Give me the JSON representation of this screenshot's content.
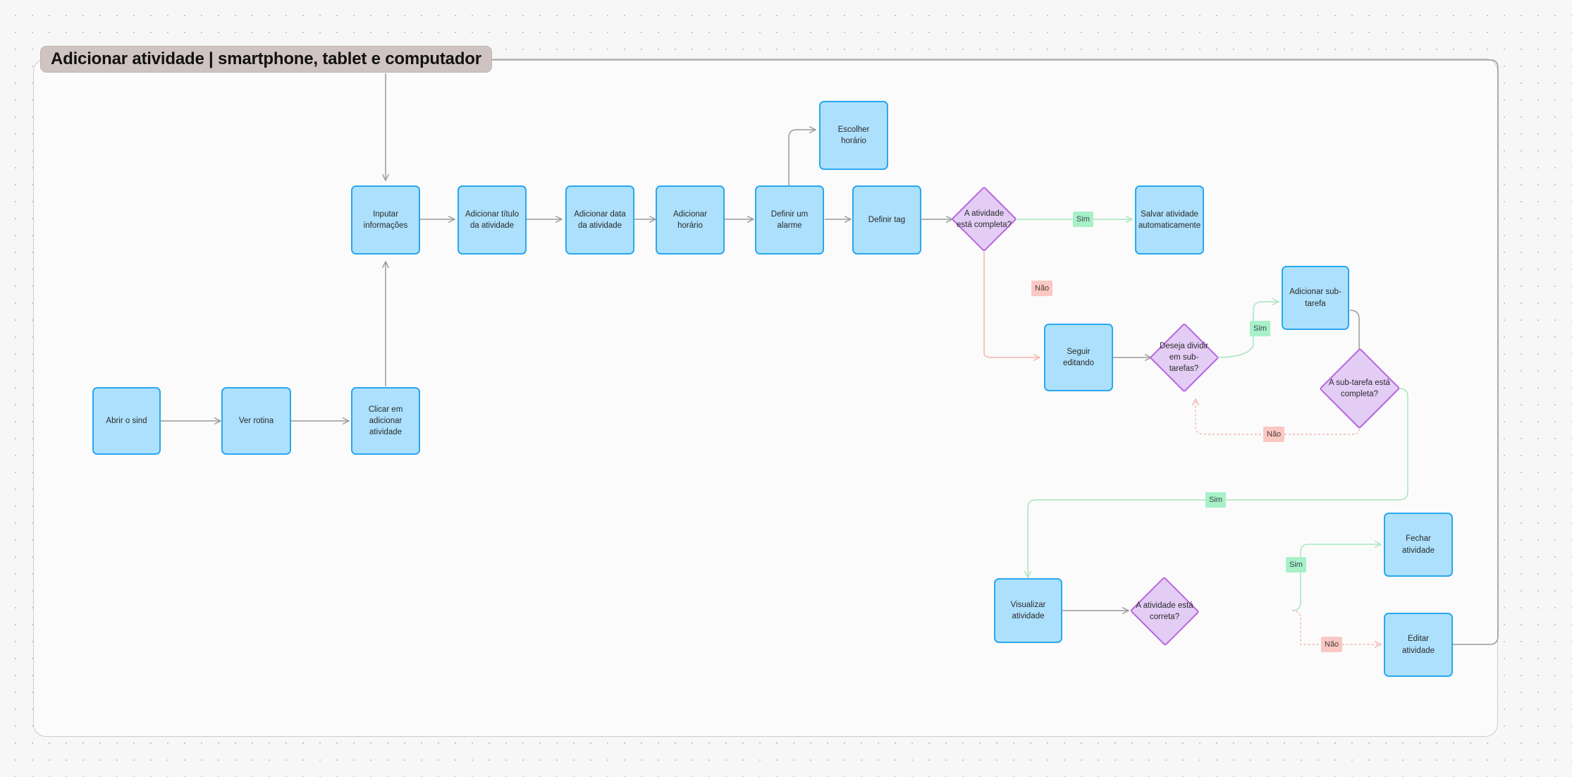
{
  "frame": {
    "title": "Adicionar atividade | smartphone, tablet e computador"
  },
  "colors": {
    "canvas_bg": "#f7f7f7",
    "grid_dot": "#c9c9c9",
    "frame_bg": "#fbfbfb",
    "frame_border": "#cfcbc9",
    "title_pill_bg": "#cfc4c1",
    "process_fill": "#ade0fc",
    "process_border": "#29a8f0",
    "decision_fill": "#e3cdf5",
    "decision_border": "#b866e0",
    "label_yes_bg": "#a8f0c8",
    "label_no_bg": "#fac8c3",
    "edge_gray": "#9a9a9a",
    "edge_green": "#a8e6bf",
    "edge_pink": "#f2b3ad"
  },
  "chart_data": {
    "type": "diagram",
    "title": "Adicionar atividade | smartphone, tablet e computador",
    "nodes": [
      {
        "id": "abrir-o-sind",
        "label": "Abrir o sind",
        "shape": "process"
      },
      {
        "id": "ver-rotina",
        "label": "Ver rotina",
        "shape": "process"
      },
      {
        "id": "clicar-adicionar",
        "label": "Clicar em adicionar atividade",
        "shape": "process"
      },
      {
        "id": "inputar-info",
        "label": "Inputar informações",
        "shape": "process"
      },
      {
        "id": "add-titulo",
        "label": "Adicionar título da atividade",
        "shape": "process"
      },
      {
        "id": "add-data",
        "label": "Adicionar data da atividade",
        "shape": "process"
      },
      {
        "id": "add-horario",
        "label": "Adicionar horário",
        "shape": "process"
      },
      {
        "id": "definir-alarme",
        "label": "Definir um alarme",
        "shape": "process"
      },
      {
        "id": "escolher-horario",
        "label": "Escolher horário",
        "shape": "process"
      },
      {
        "id": "definir-tag",
        "label": "Definir tag",
        "shape": "process"
      },
      {
        "id": "atividade-completa",
        "label": "A atividade está completa?",
        "shape": "decision"
      },
      {
        "id": "salvar-auto",
        "label": "Salvar atividade automaticamente",
        "shape": "process"
      },
      {
        "id": "seguir-editando",
        "label": "Seguir editando",
        "shape": "process"
      },
      {
        "id": "deseja-dividir",
        "label": "Deseja dividir em sub-tarefas?",
        "shape": "decision"
      },
      {
        "id": "add-subtarefa",
        "label": "Adicionar sub-tarefa",
        "shape": "process"
      },
      {
        "id": "subtarefa-completa",
        "label": "A sub-tarefa está completa?",
        "shape": "decision"
      },
      {
        "id": "visualizar",
        "label": "Visualizar atividade",
        "shape": "process"
      },
      {
        "id": "atividade-correta",
        "label": "A atividade está correta?",
        "shape": "decision"
      },
      {
        "id": "fechar-atividade",
        "label": "Fechar atividade",
        "shape": "process"
      },
      {
        "id": "editar-atividade",
        "label": "Editar atividade",
        "shape": "process"
      }
    ],
    "edges": [
      {
        "from": "title",
        "to": "inputar-info",
        "label": "",
        "color": "gray"
      },
      {
        "from": "abrir-o-sind",
        "to": "ver-rotina",
        "label": "",
        "color": "gray"
      },
      {
        "from": "ver-rotina",
        "to": "clicar-adicionar",
        "label": "",
        "color": "gray"
      },
      {
        "from": "clicar-adicionar",
        "to": "inputar-info",
        "label": "",
        "color": "gray"
      },
      {
        "from": "inputar-info",
        "to": "add-titulo",
        "label": "",
        "color": "gray"
      },
      {
        "from": "add-titulo",
        "to": "add-data",
        "label": "",
        "color": "gray"
      },
      {
        "from": "add-data",
        "to": "add-horario",
        "label": "",
        "color": "gray"
      },
      {
        "from": "add-horario",
        "to": "definir-alarme",
        "label": "",
        "color": "gray"
      },
      {
        "from": "definir-alarme",
        "to": "escolher-horario",
        "label": "",
        "color": "gray"
      },
      {
        "from": "definir-alarme",
        "to": "definir-tag",
        "label": "",
        "color": "gray"
      },
      {
        "from": "definir-tag",
        "to": "atividade-completa",
        "label": "",
        "color": "gray"
      },
      {
        "from": "atividade-completa",
        "to": "salvar-auto",
        "label": "Sim",
        "color": "green"
      },
      {
        "from": "atividade-completa",
        "to": "seguir-editando",
        "label": "Não",
        "color": "pink"
      },
      {
        "from": "seguir-editando",
        "to": "deseja-dividir",
        "label": "",
        "color": "gray"
      },
      {
        "from": "deseja-dividir",
        "to": "add-subtarefa",
        "label": "Sim",
        "color": "green"
      },
      {
        "from": "add-subtarefa",
        "to": "subtarefa-completa",
        "label": "",
        "color": "gray"
      },
      {
        "from": "subtarefa-completa",
        "to": "deseja-dividir",
        "label": "Não",
        "color": "pink"
      },
      {
        "from": "subtarefa-completa",
        "to": "visualizar",
        "label": "Sim",
        "color": "green"
      },
      {
        "from": "visualizar",
        "to": "atividade-correta",
        "label": "",
        "color": "gray"
      },
      {
        "from": "atividade-correta",
        "to": "fechar-atividade",
        "label": "Sim",
        "color": "green"
      },
      {
        "from": "atividade-correta",
        "to": "editar-atividade",
        "label": "Não",
        "color": "pink"
      },
      {
        "from": "editar-atividade",
        "to": "frame-loop",
        "label": "",
        "color": "gray"
      }
    ],
    "edge_labels": [
      {
        "id": "lbl-sim-1",
        "text": "Sim"
      },
      {
        "id": "lbl-nao-1",
        "text": "Não"
      },
      {
        "id": "lbl-sim-2",
        "text": "Sim"
      },
      {
        "id": "lbl-nao-2",
        "text": "Não"
      },
      {
        "id": "lbl-sim-3",
        "text": "Sim"
      },
      {
        "id": "lbl-sim-4",
        "text": "Sim"
      },
      {
        "id": "lbl-nao-3",
        "text": "Não"
      }
    ]
  }
}
